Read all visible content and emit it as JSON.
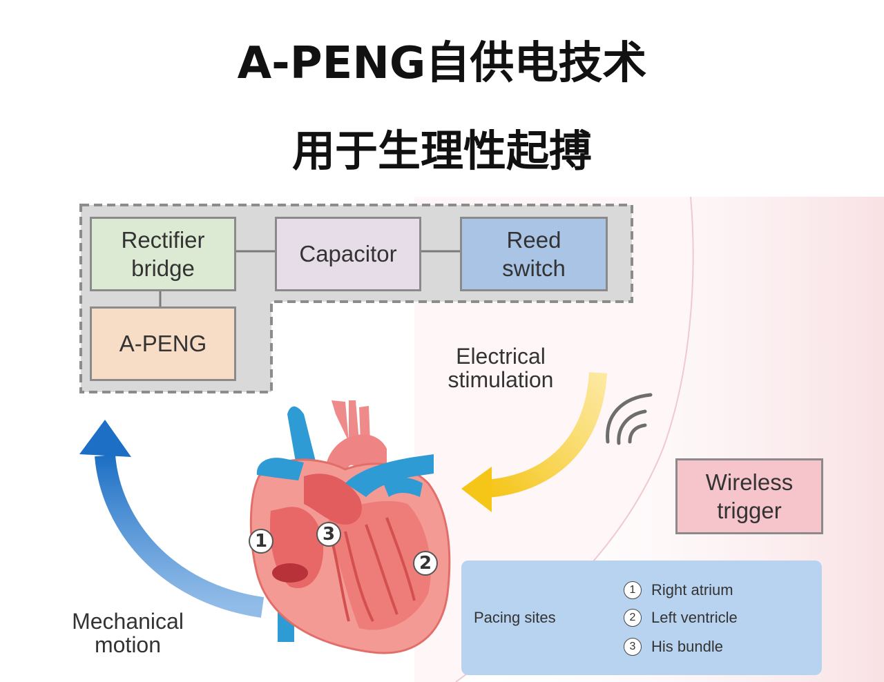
{
  "title_line1": "A-PENG自供电技术",
  "title_line2": "用于生理性起搏",
  "blocks": {
    "rectifier": "Rectifier\nbridge",
    "capacitor": "Capacitor",
    "reed": "Reed\nswitch",
    "apeng": "A-PENG",
    "wireless": "Wireless\ntrigger"
  },
  "labels": {
    "electrical": "Electrical\nstimulation",
    "mechanical": "Mechanical\nmotion"
  },
  "markers": [
    "1",
    "2",
    "3"
  ],
  "legend": {
    "title": "Pacing sites",
    "items": [
      {
        "num": "1",
        "text": "Right atrium"
      },
      {
        "num": "2",
        "text": "Left ventricle"
      },
      {
        "num": "3",
        "text": "His bundle"
      }
    ]
  },
  "colors": {
    "rectifier": "#dce9d3",
    "capacitor": "#e7dde9",
    "reed": "#a9c4e4",
    "apeng": "#f7dcc6",
    "wireless": "#f6c4cb",
    "electrical_arrow": "#f5c518",
    "mechanical_arrow": "#1c6fc4"
  }
}
